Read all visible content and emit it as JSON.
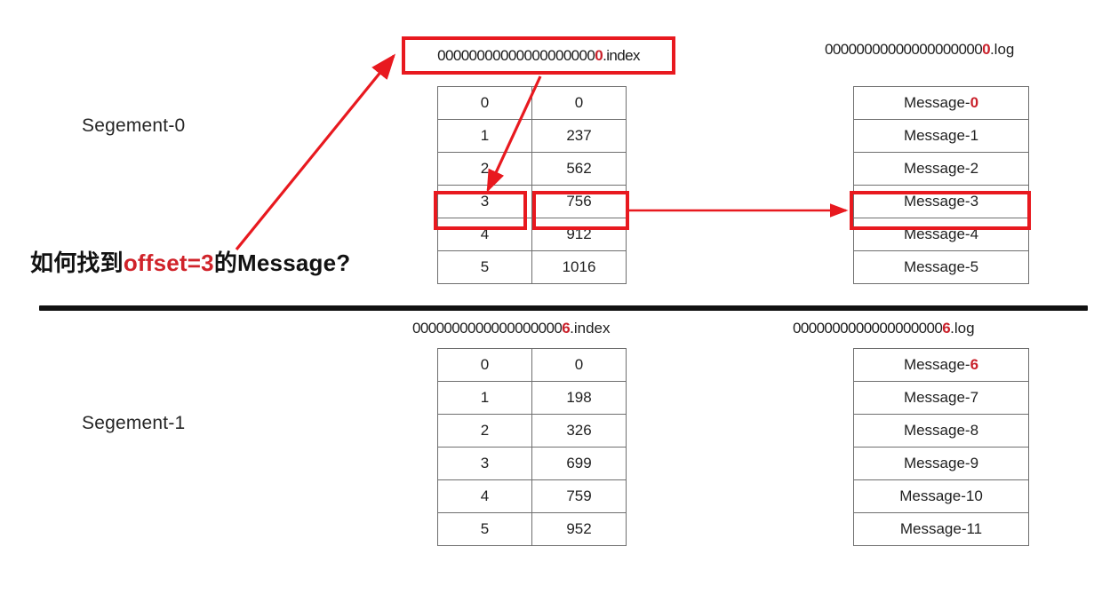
{
  "diagram": {
    "title_caption": {
      "prefix": "如何找到",
      "highlight": "offset=3",
      "suffix": "的Message?"
    },
    "accent_color": "#e8191f",
    "highlight_text_color": "#c9202a",
    "divider_color": "#111111"
  },
  "segments": [
    {
      "label": "Segement-0",
      "index_file": {
        "zeros": "00000000000000000000",
        "highlight_digit": "0",
        "extension": ".index",
        "boxed": true
      },
      "log_file": {
        "zeros": "00000000000000000000",
        "highlight_digit": "0",
        "extension": ".log",
        "boxed": false
      },
      "index_rows": [
        {
          "offset": "0",
          "position": "0"
        },
        {
          "offset": "1",
          "position": "237"
        },
        {
          "offset": "2",
          "position": "562"
        },
        {
          "offset": "3",
          "position": "756"
        },
        {
          "offset": "4",
          "position": "912"
        },
        {
          "offset": "5",
          "position": "1016"
        }
      ],
      "index_highlight_row": 3,
      "log_rows": [
        {
          "prefix": "Message-",
          "suffix": "0",
          "suffix_highlighted": true
        },
        {
          "prefix": "Message-",
          "suffix": "1",
          "suffix_highlighted": false
        },
        {
          "prefix": "Message-",
          "suffix": "2",
          "suffix_highlighted": false
        },
        {
          "prefix": "Message-",
          "suffix": "3",
          "suffix_highlighted": false
        },
        {
          "prefix": "Message-",
          "suffix": "4",
          "suffix_highlighted": false
        },
        {
          "prefix": "Message-",
          "suffix": "5",
          "suffix_highlighted": false
        }
      ],
      "log_highlight_row": 3
    },
    {
      "label": "Segement-1",
      "index_file": {
        "zeros": "0000000000000000000",
        "highlight_digit": "6",
        "extension": ".index",
        "boxed": false
      },
      "log_file": {
        "zeros": "0000000000000000000",
        "highlight_digit": "6",
        "extension": ".log",
        "boxed": false
      },
      "index_rows": [
        {
          "offset": "0",
          "position": "0"
        },
        {
          "offset": "1",
          "position": "198"
        },
        {
          "offset": "2",
          "position": "326"
        },
        {
          "offset": "3",
          "position": "699"
        },
        {
          "offset": "4",
          "position": "759"
        },
        {
          "offset": "5",
          "position": "952"
        }
      ],
      "index_highlight_row": -1,
      "log_rows": [
        {
          "prefix": "Message-",
          "suffix": "6",
          "suffix_highlighted": true
        },
        {
          "prefix": "Message-",
          "suffix": "7",
          "suffix_highlighted": false
        },
        {
          "prefix": "Message-",
          "suffix": "8",
          "suffix_highlighted": false
        },
        {
          "prefix": "Message-",
          "suffix": "9",
          "suffix_highlighted": false
        },
        {
          "prefix": "Message-",
          "suffix": "10",
          "suffix_highlighted": false
        },
        {
          "prefix": "Message-",
          "suffix": "11",
          "suffix_highlighted": false
        }
      ],
      "log_highlight_row": -1
    }
  ],
  "arrows": [
    {
      "name": "caption-to-index-file",
      "from": "question-caption",
      "to": "index0-filename-box"
    },
    {
      "name": "index-file-to-offset-row",
      "from": "index0-filename-box",
      "to": "index-offset-3-cell"
    },
    {
      "name": "index-position-to-log-message",
      "from": "index-position-756-cell",
      "to": "log-message-3-row"
    }
  ]
}
